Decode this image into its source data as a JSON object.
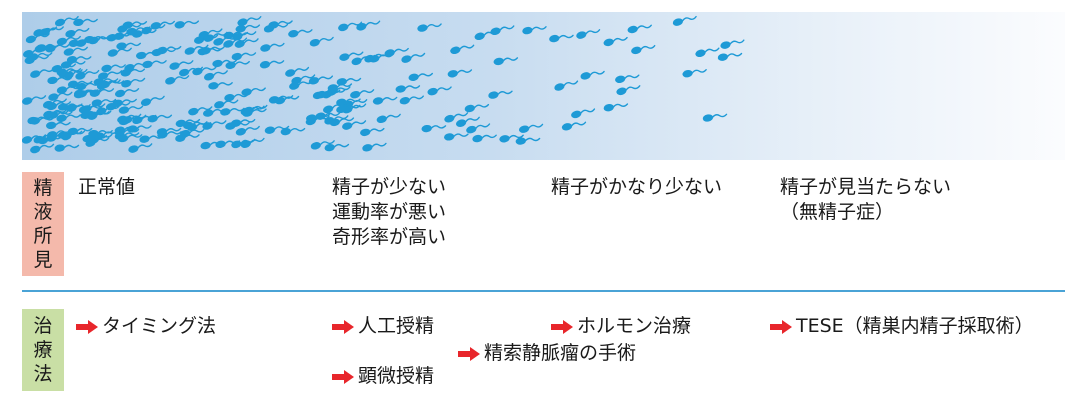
{
  "semen_findings": {
    "label_chars": [
      "精",
      "液",
      "所",
      "見"
    ],
    "columns": [
      {
        "lines": [
          "正常値"
        ]
      },
      {
        "lines": [
          "精子が少ない",
          "運動率が悪い",
          "奇形率が高い"
        ]
      },
      {
        "lines": [
          "精子がかなり少ない"
        ]
      },
      {
        "lines": [
          "精子が見当たらない",
          "（無精子症）"
        ]
      }
    ]
  },
  "treatment": {
    "label_chars": [
      "治",
      "療",
      "法"
    ],
    "items": [
      {
        "text": "タイミング法"
      },
      {
        "text": "人工授精"
      },
      {
        "text": "顕微授精"
      },
      {
        "text": "精索静脈瘤の手術"
      },
      {
        "text": "ホルモン治療"
      },
      {
        "text": "TESE（精巣内精子採取術）"
      }
    ]
  },
  "colors": {
    "sperm": "#1e9ad6",
    "arrow": "#e8262b",
    "semen_label_bg": "#f4b9ab",
    "treatment_label_bg": "#c9dfa5",
    "divider": "#4aa3d6"
  },
  "icons": {
    "sperm": "sperm-icon",
    "arrow": "arrow-right-icon"
  }
}
